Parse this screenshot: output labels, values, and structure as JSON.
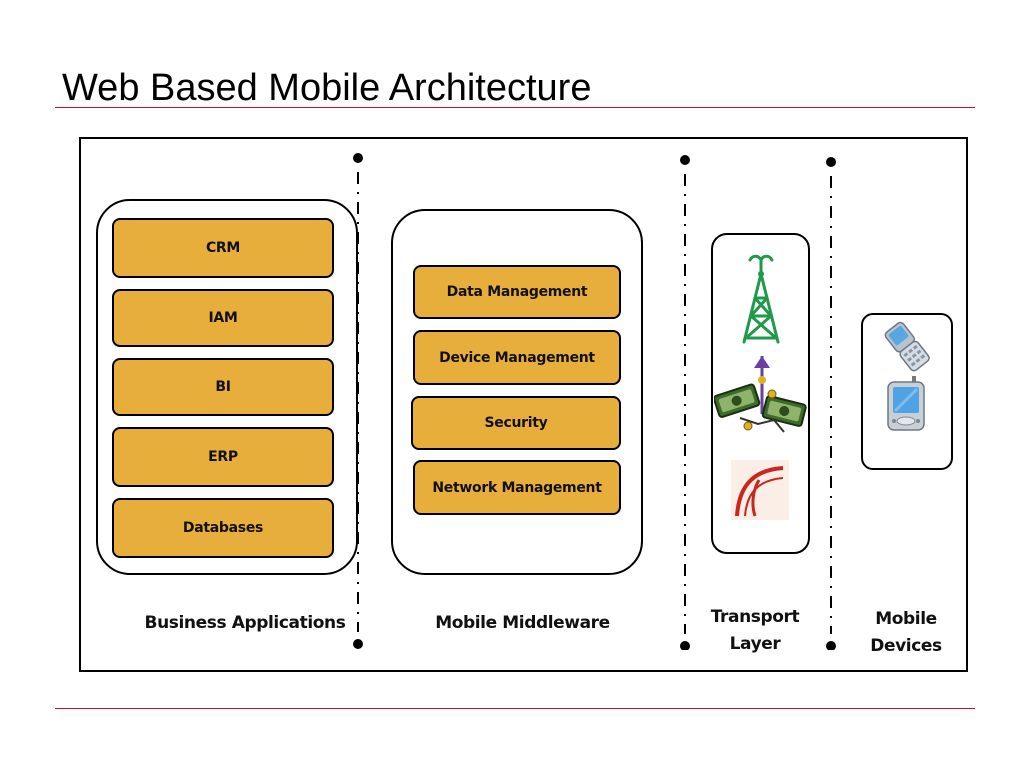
{
  "slide": {
    "title": "Web Based Mobile Architecture"
  },
  "diagram": {
    "business_applications": {
      "label": "Business Applications",
      "items": [
        "CRM",
        "IAM",
        "BI",
        "ERP",
        "Databases"
      ]
    },
    "mobile_middleware": {
      "label": "Mobile Middleware",
      "items": [
        "Data Management",
        "Device Management",
        "Security",
        "Network Management"
      ]
    },
    "transport_layer": {
      "label_line1": "Transport",
      "label_line2": "Layer",
      "icons": [
        "radio-tower-icon",
        "money-network-icon",
        "transport-logo-icon"
      ]
    },
    "mobile_devices": {
      "label_line1": "Mobile",
      "label_line2": "Devices",
      "icons": [
        "flip-phone-icon",
        "pda-icon"
      ]
    },
    "colors": {
      "box_fill": "#e8ae3c",
      "rule": "#c8102e",
      "tower": "#1f9a4a"
    }
  }
}
